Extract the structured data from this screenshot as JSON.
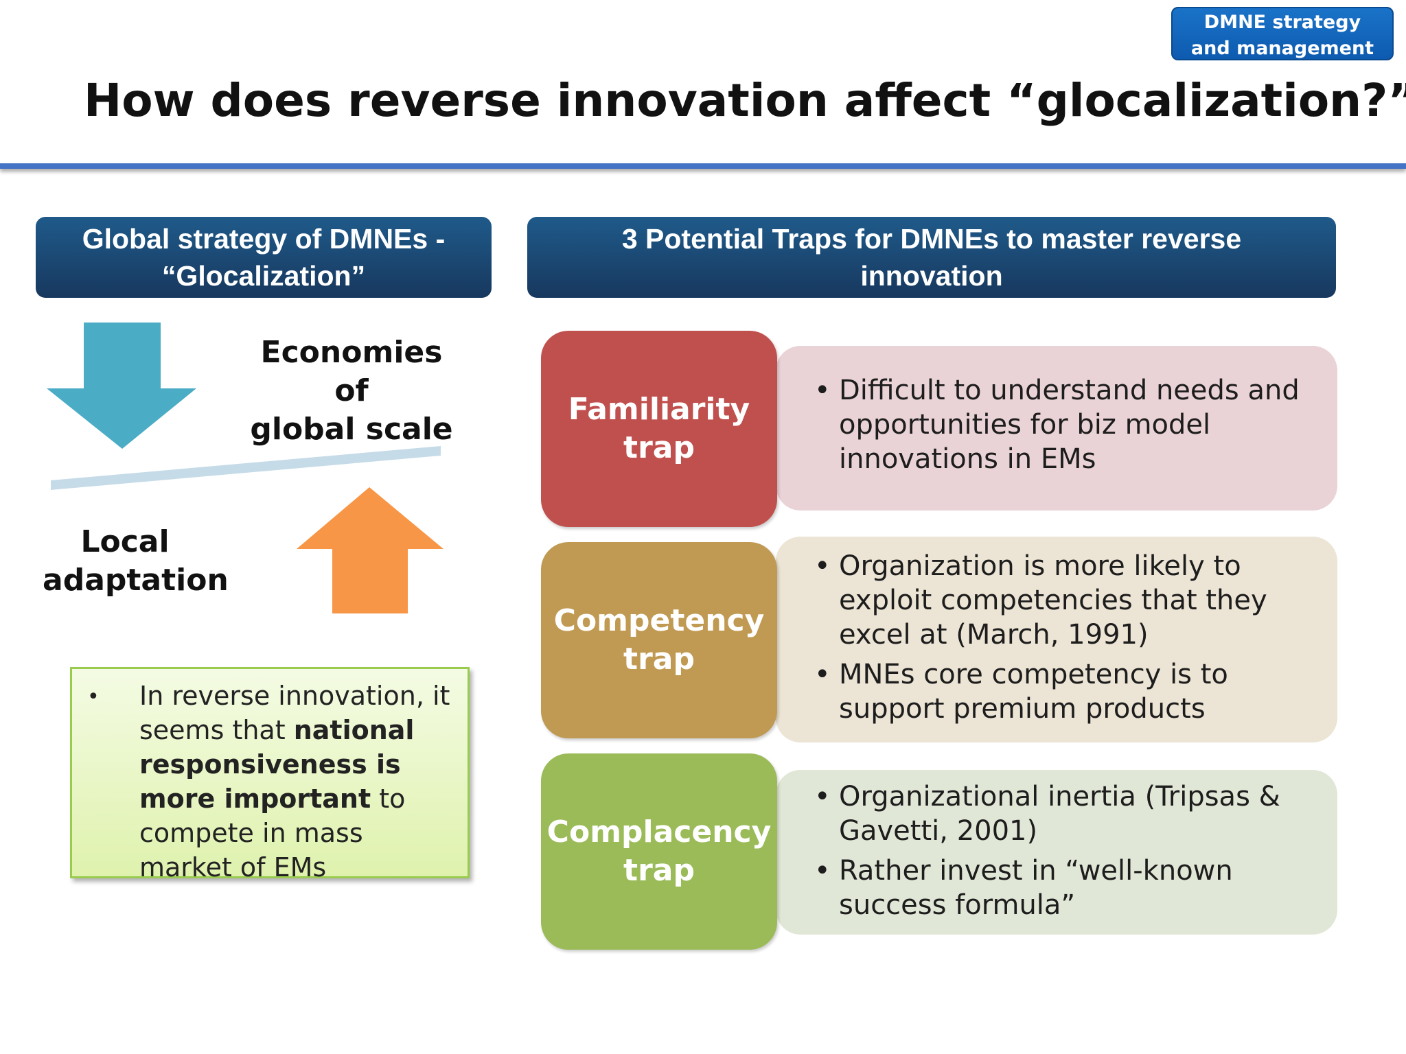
{
  "badge": {
    "line1": "DMNE strategy",
    "line2": "and management"
  },
  "title": "How does reverse innovation affect “glocalization?”",
  "left_section": {
    "header_line1": "Global strategy of DMNEs -",
    "header_line2": "“Glocalization”",
    "economies_line1": "Economies of",
    "economies_line2": "global scale",
    "local_line1": "Local",
    "local_line2": "adaptation",
    "note": {
      "bullet": "•",
      "t1": "In reverse innovation, it seems that ",
      "b1": "national responsiveness is more important",
      "t2": " to compete in mass market  of EMs"
    }
  },
  "right_section": {
    "header_line1": "3 Potential Traps for DMNEs to master reverse",
    "header_line2": "innovation",
    "traps": [
      {
        "name_line1": "Familiarity",
        "name_line2": "trap",
        "color": "#c0504d",
        "bullets": [
          "Difficult to understand needs and opportunities for biz model innovations in EMs"
        ]
      },
      {
        "name_line1": "Competency",
        "name_line2": "trap",
        "color": "#c09a52",
        "bullets": [
          "Organization is more likely to exploit competencies that they excel at (March, 1991)",
          "MNEs core competency is to support premium products"
        ]
      },
      {
        "name_line1": "Complacency",
        "name_line2": "trap",
        "color": "#9bbb59",
        "bullets": [
          "Organizational inertia (Tripsas & Gavetti, 2001)",
          "Rather invest in “well-known success formula”"
        ]
      }
    ]
  },
  "colors": {
    "header_dark": "#17385e",
    "rule_blue": "#4472c4",
    "arrow_down": "#4bacc6",
    "arrow_up": "#f79646",
    "balance_beam": "#c6dbe8"
  },
  "icons": {
    "down": "down-arrow-icon",
    "up": "up-arrow-icon"
  }
}
